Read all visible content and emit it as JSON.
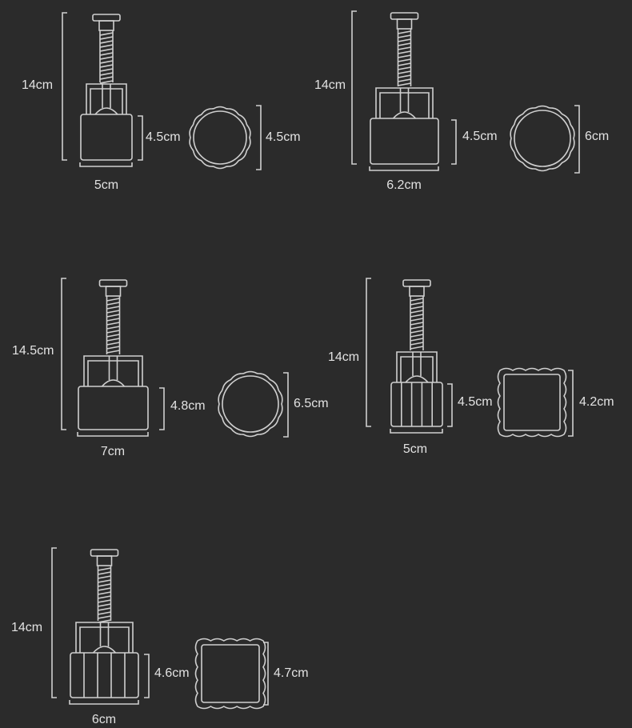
{
  "units": [
    {
      "name": "round-mold-small",
      "total_height": "14cm",
      "width": "5cm",
      "body_height": "4.5cm",
      "stamp_size": "4.5cm",
      "stamp_shape": "scalloped-circle",
      "body_style": "plain"
    },
    {
      "name": "round-mold-medium",
      "total_height": "14cm",
      "width": "6.2cm",
      "body_height": "4.5cm",
      "stamp_size": "6cm",
      "stamp_shape": "scalloped-circle",
      "body_style": "plain"
    },
    {
      "name": "round-mold-large",
      "total_height": "14.5cm",
      "width": "7cm",
      "body_height": "4.8cm",
      "stamp_size": "6.5cm",
      "stamp_shape": "scalloped-circle",
      "body_style": "plain"
    },
    {
      "name": "square-mold-small",
      "total_height": "14cm",
      "width": "5cm",
      "body_height": "4.5cm",
      "stamp_size": "4.2cm",
      "stamp_shape": "scalloped-square",
      "body_style": "ribbed"
    },
    {
      "name": "square-mold-large",
      "total_height": "14cm",
      "width": "6cm",
      "body_height": "4.6cm",
      "stamp_size": "4.7cm",
      "stamp_shape": "scalloped-square",
      "body_style": "ribbed"
    }
  ],
  "colors": {
    "background": "#2b2b2b",
    "line": "#cfcfcf",
    "text": "#e2e2e2"
  }
}
